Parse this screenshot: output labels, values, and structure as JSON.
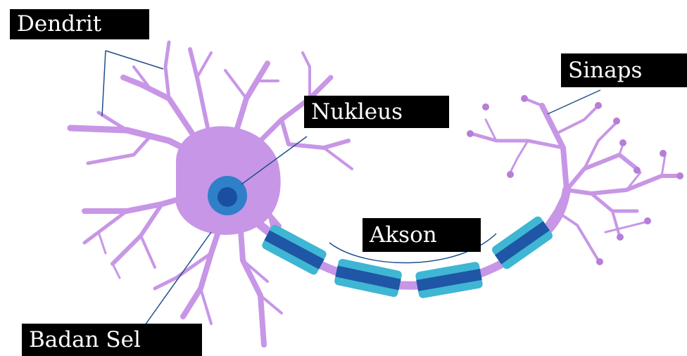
{
  "labels": {
    "dendrit": "Dendrit",
    "nukleus": "Nukleus",
    "sinaps": "Sinaps",
    "akson": "Akson",
    "badan_sel": "Badan Sel"
  },
  "colors": {
    "cell": "#c896e6",
    "myelin_outer": "#3fb6d3",
    "myelin_inner": "#1f56a6",
    "nucleus_outer": "#2f80c9",
    "nucleus_inner": "#1a4fa0",
    "pointer_line": "#1f4e8c",
    "label_bg": "#000000",
    "label_text": "#ffffff"
  }
}
